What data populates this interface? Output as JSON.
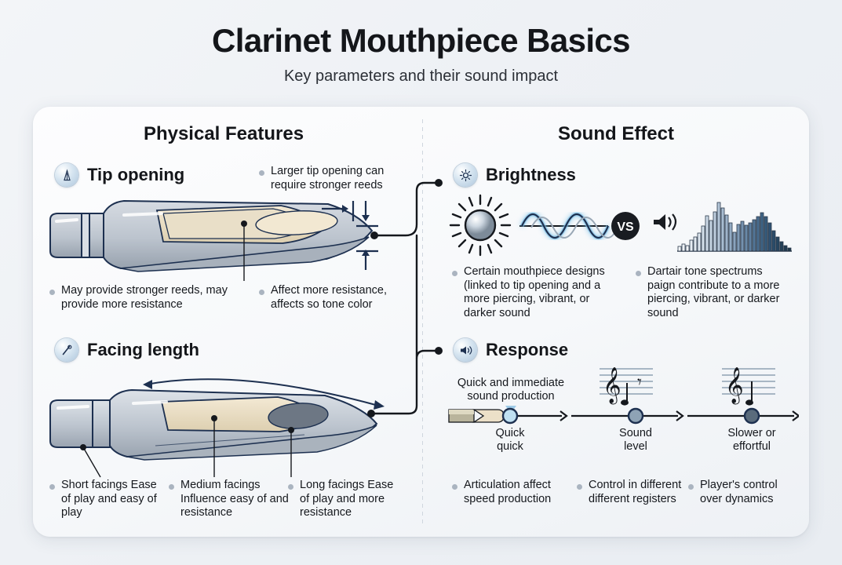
{
  "header": {
    "title": "Clarinet Mouthpiece Basics",
    "subtitle": "Key parameters and their sound impact"
  },
  "columns": {
    "left_title": "Physical Features",
    "right_title": "Sound Effect"
  },
  "features": {
    "tip_opening": {
      "label": "Tip opening",
      "icon": "tip-opening-icon",
      "top_note": "Larger tip opening can require stronger reeds",
      "bullets": [
        "May provide stronger reeds, may provide more resistance",
        "Affect more resistance, affects so tone color"
      ]
    },
    "facing_length": {
      "label": "Facing length",
      "icon": "ruler-pen-icon",
      "bullets": [
        "Short facings Ease of play and easy of play",
        "Medium facings Influence easy of and resistance",
        "Long facings Ease of play and more resistance"
      ]
    }
  },
  "effects": {
    "brightness": {
      "label": "Brightness",
      "icon": "sun-icon",
      "vs_label": "VS",
      "bullets": [
        "Certain mouthpiece designs (linked to tip opening and a more piercing, vibrant, or darker sound",
        "Dartair tone spectrums paign contribute to a more piercing, vibrant, or darker sound"
      ]
    },
    "response": {
      "label": "Response",
      "icon": "speaker-icon",
      "callout": "Quick and immediate sound production",
      "timeline": [
        {
          "label": "Quick quick"
        },
        {
          "label": "Sound level"
        },
        {
          "label": "Slower or effortful"
        }
      ],
      "bullets": [
        "Articulation affect speed production",
        "Control in different different registers",
        "Player's control over dynamics"
      ]
    }
  },
  "colors": {
    "ink": "#1d3050",
    "body_light": "#c6ccd4",
    "body_mid": "#aab3bd",
    "reed": "#ece0c8",
    "accent": "#9ecbe8",
    "bullet_dot": "#aab4c0"
  }
}
